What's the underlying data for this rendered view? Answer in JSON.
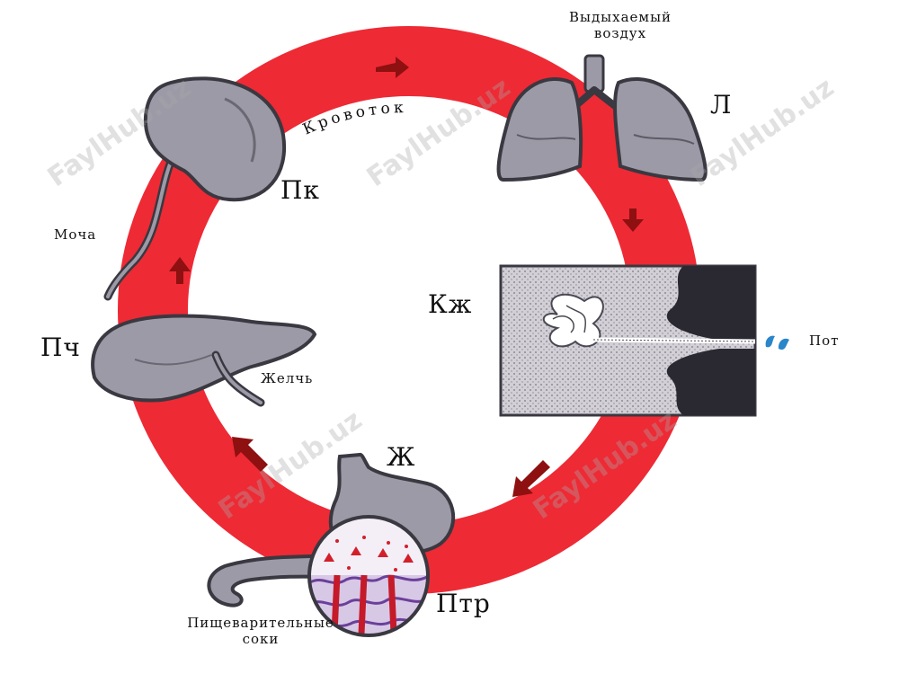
{
  "labels": {
    "exhaled_air_line1": "Выдыхаемый",
    "exhaled_air_line2": "воздух",
    "lungs": "Л",
    "blood_flow": "Кровоток",
    "kidney": "Пк",
    "urine": "Моча",
    "skin": "Кж",
    "sweat": "Пот",
    "liver": "Пч",
    "bile": "Желчь",
    "stomach": "Ж",
    "intestine": "Птр",
    "digestive_juices_line1": "Пищеварительные",
    "digestive_juices_line2": "соки"
  },
  "watermark": "FaylHub.uz",
  "colors": {
    "blood": "#ee2a35",
    "arrow": "#8e1010",
    "organ": "#9c9aa6",
    "organ_dark": "#3a3840",
    "skin_tissue": "#c9c6cf",
    "sweat_drop": "#2a86c9"
  }
}
